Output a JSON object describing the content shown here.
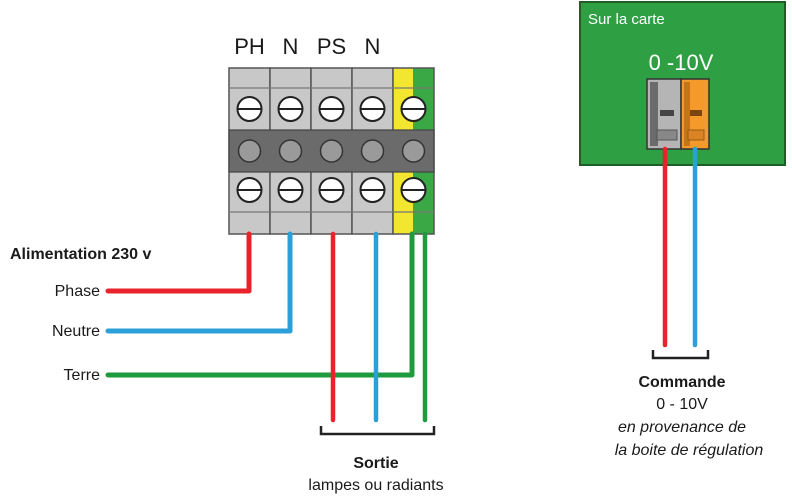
{
  "terminal_labels": [
    "PH",
    "N",
    "PS",
    "N"
  ],
  "supply": {
    "title": "Alimentation 230 v",
    "phase": "Phase",
    "neutral": "Neutre",
    "earth": "Terre"
  },
  "output": {
    "title": "Sortie",
    "subtitle": "lampes ou radiants"
  },
  "card": {
    "header": "Sur la carte",
    "voltage": "0 -10V"
  },
  "command": {
    "title": "Commande",
    "range": "0 - 10V",
    "line1": "en provenance de",
    "line2": "la boite de régulation"
  },
  "colors": {
    "phase": "#e8232b",
    "neutral": "#2a9fd8",
    "earth": "#1f9a3c",
    "card": "#2ea043",
    "terminal_grey": "#c8c8c8",
    "terminal_yellow": "#f2e630",
    "connector_orange": "#f39a2b"
  }
}
